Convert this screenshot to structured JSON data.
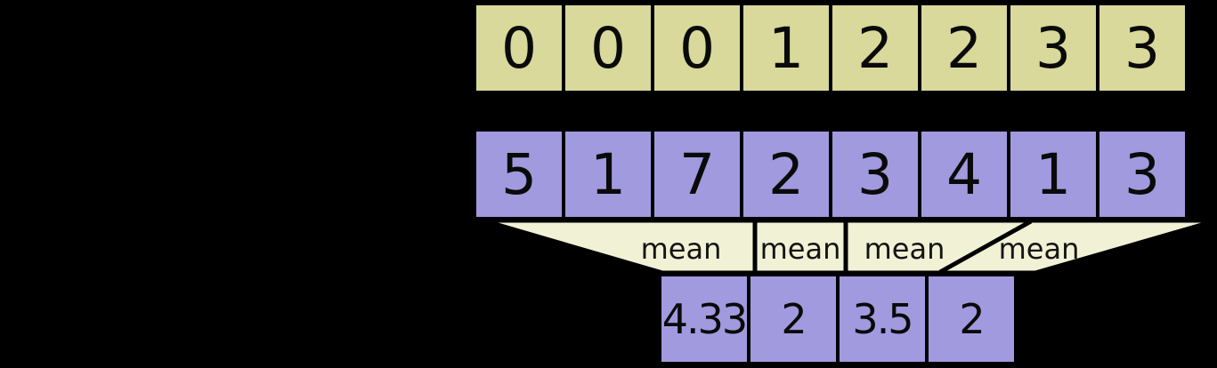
{
  "diagram": {
    "background_color": "#000000",
    "border_color": "#000000",
    "rows": {
      "segment_ids": {
        "values": [
          "0",
          "0",
          "0",
          "1",
          "2",
          "2",
          "3",
          "3"
        ],
        "fill": "#d8d99a"
      },
      "data": {
        "values": [
          "5",
          "1",
          "7",
          "2",
          "3",
          "4",
          "1",
          "3"
        ],
        "fill": "#a19ade"
      },
      "output": {
        "values": [
          "4.33",
          "2",
          "3.5",
          "2"
        ],
        "fill": "#a19ade"
      }
    },
    "funnels": {
      "labels": [
        "mean",
        "mean",
        "mean",
        "mean"
      ],
      "fill": "#f1f1d6",
      "stroke": "#000000"
    }
  }
}
